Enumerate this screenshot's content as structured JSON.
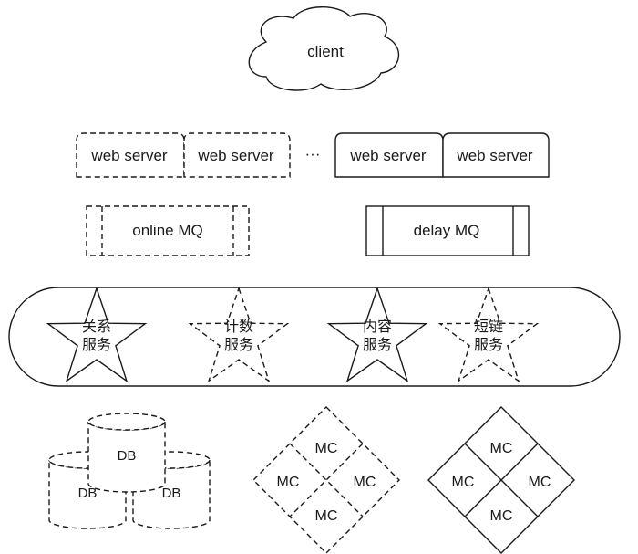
{
  "client": {
    "label": "client"
  },
  "web_servers": {
    "left": [
      "web server",
      "web server"
    ],
    "ellipsis": "···",
    "right": [
      "web server",
      "web server"
    ]
  },
  "queues": {
    "online": "online MQ",
    "delay": "delay MQ"
  },
  "services": [
    {
      "line1": "关系",
      "line2": "服务",
      "style": "solid"
    },
    {
      "line1": "计数",
      "line2": "服务",
      "style": "dashed"
    },
    {
      "line1": "内容",
      "line2": "服务",
      "style": "solid"
    },
    {
      "line1": "短链",
      "line2": "服务",
      "style": "dashed"
    }
  ],
  "databases": [
    "DB",
    "DB",
    "DB"
  ],
  "cache_clusters": [
    {
      "style": "dashed",
      "nodes": [
        "MC",
        "MC",
        "MC",
        "MC"
      ]
    },
    {
      "style": "solid",
      "nodes": [
        "MC",
        "MC",
        "MC",
        "MC"
      ]
    }
  ]
}
